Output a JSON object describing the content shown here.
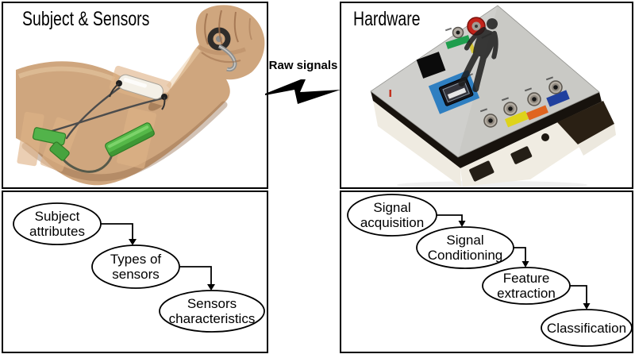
{
  "titles": {
    "left": "Subject & Sensors",
    "right": "Hardware"
  },
  "connector": {
    "label": "Raw signals"
  },
  "left_flow": [
    {
      "line1": "Subject",
      "line2": "attributes"
    },
    {
      "line1": "Types of",
      "line2": "sensors"
    },
    {
      "line1": "Sensors",
      "line2": "characteristics"
    }
  ],
  "right_flow": [
    {
      "line1": "Signal",
      "line2": "acquisition"
    },
    {
      "line1": "Signal",
      "line2": "Conditioning"
    },
    {
      "line1": "Feature",
      "line2": "extraction"
    },
    {
      "line1": "Classification",
      "line2": ""
    }
  ],
  "colors": {
    "outline": "#000000",
    "skin": "#cfa67e",
    "sensor_green": "#55b848",
    "tape_tan": "#dfb387",
    "device_top_gray": "#c9c9c5",
    "usb_blue": "#2f7fc1",
    "button_red": "#c4231a",
    "label_green": "#1f9e4e",
    "label_yellow": "#ded31b",
    "label_orange": "#e0641f",
    "label_blue": "#20409e"
  }
}
